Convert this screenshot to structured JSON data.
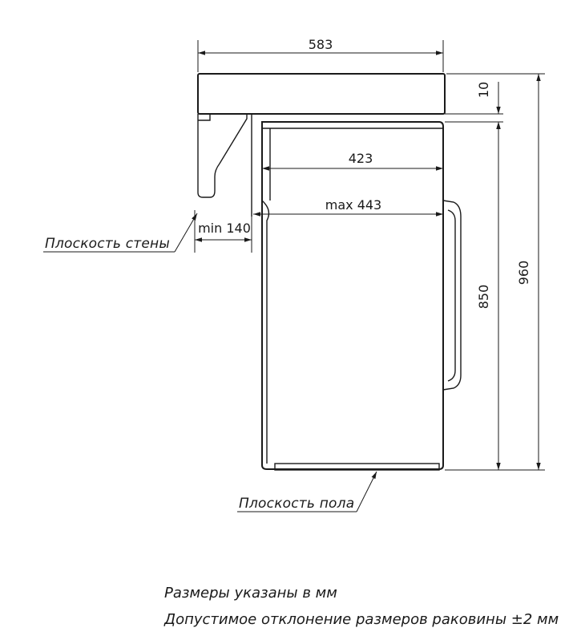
{
  "dimensions": {
    "width_total": "583",
    "top_gap": "10",
    "depth_machine": "423",
    "depth_max": "max 443",
    "wall_gap": "min 140",
    "height_machine": "850",
    "height_total": "960"
  },
  "labels": {
    "wall_plane": "Плоскость стены",
    "floor_plane": "Плоскость пола"
  },
  "notes": {
    "units": "Размеры указаны в мм",
    "tolerance": "Допустимое отклонение размеров раковины ±2 мм"
  }
}
